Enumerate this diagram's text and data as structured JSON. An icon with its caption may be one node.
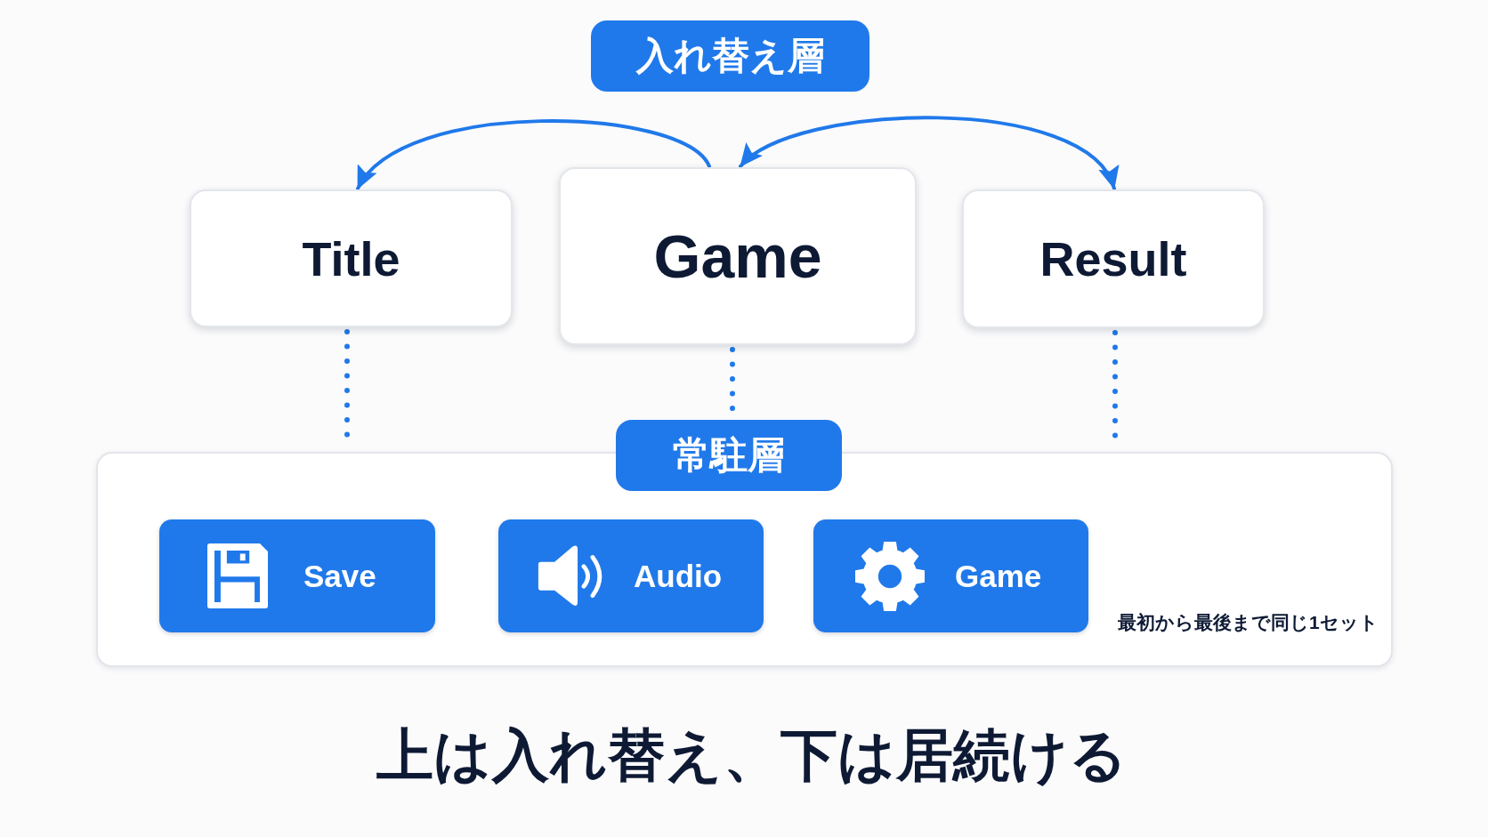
{
  "diagram": {
    "caption": "上は入れ替え、下は居続ける",
    "nodes": [
      {
        "text": [
          "入れ替え層"
        ]
      },
      {
        "text": [
          "Title"
        ]
      },
      {
        "text": [
          "Game"
        ]
      },
      {
        "text": [
          "Result"
        ]
      },
      {
        "text": [
          "最初から最後まで同じ1セット"
        ]
      },
      {
        "text": [
          "常駐層"
        ]
      },
      {
        "text": [
          "Save"
        ],
        "in": 4
      },
      {
        "text": [
          "Audio"
        ],
        "in": 4
      },
      {
        "text": [
          "Game"
        ],
        "in": 4
      }
    ],
    "edges": [
      {
        "from": 2,
        "to": 1,
        "arrow": "to"
      },
      {
        "from": 2,
        "to": 3,
        "arrow": "both"
      },
      {
        "from": 1,
        "to": 4,
        "arrow": "none",
        "style": "dashed"
      },
      {
        "from": 2,
        "to": 5,
        "arrow": "none",
        "style": "dashed"
      },
      {
        "from": 3,
        "to": 4,
        "arrow": "none",
        "style": "dashed"
      }
    ]
  }
}
